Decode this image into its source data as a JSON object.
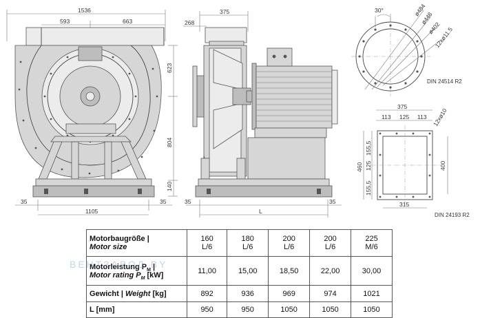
{
  "dimensions": {
    "front_width_total": "1536",
    "front_left": "593",
    "front_right": "663",
    "front_top_height": "623",
    "front_mid_height": "804",
    "front_base_height": "140",
    "front_base_width": "1105",
    "front_left_offset": "35",
    "front_right_offset": "35",
    "side_inlet": "268",
    "side_width": "375",
    "side_left_offset": "35",
    "side_right_offset": "35",
    "side_length": "L",
    "flange_angle": "30°",
    "flange_d1": "ø484",
    "flange_d2": "ø448",
    "flange_d3": "ø402",
    "flange_holes": "12xø11.5",
    "rect_width_total": "375",
    "rect_w_a": "113",
    "rect_w_b": "125",
    "rect_w_c": "113",
    "rect_holes": "12xø10",
    "rect_h_total": "460",
    "rect_h_a": "155,5",
    "rect_h_b": "125",
    "rect_h_c": "155,5",
    "rect_h_inner": "400",
    "rect_bottom_width": "315"
  },
  "standards": {
    "round_flange": "DIN 24514 R2",
    "rect_flange": "DIN 24193 R2"
  },
  "table": {
    "row_labels": {
      "motor_size_de": "Motorbaugröße |",
      "motor_size_en": "Motor size",
      "motor_rating_de": "Motorleistung P",
      "motor_rating_sub": "M",
      "motor_rating_de_tail": " |",
      "motor_rating_en": "Motor rating P",
      "motor_rating_en_sub": "M",
      "motor_rating_en_tail": " [kW]",
      "weight_de": "Gewicht | ",
      "weight_en": "Weight",
      "weight_unit": " [kg]",
      "length": "L [mm]"
    },
    "columns": [
      {
        "size_top": "160",
        "size_bottom": "L/6",
        "rating": "11,00",
        "weight": "892",
        "length": "950"
      },
      {
        "size_top": "180",
        "size_bottom": "L/6",
        "rating": "15,00",
        "weight": "936",
        "length": "950"
      },
      {
        "size_top": "200",
        "size_bottom": "L/6",
        "rating": "18,50",
        "weight": "969",
        "length": "1050"
      },
      {
        "size_top": "200",
        "size_bottom": "L/6",
        "rating": "22,00",
        "weight": "974",
        "length": "1050"
      },
      {
        "size_top": "225",
        "size_bottom": "M/6",
        "rating": "30,00",
        "weight": "1021",
        "length": "1050"
      }
    ]
  },
  "watermark": "ВЕНТЗАВОД.BY"
}
